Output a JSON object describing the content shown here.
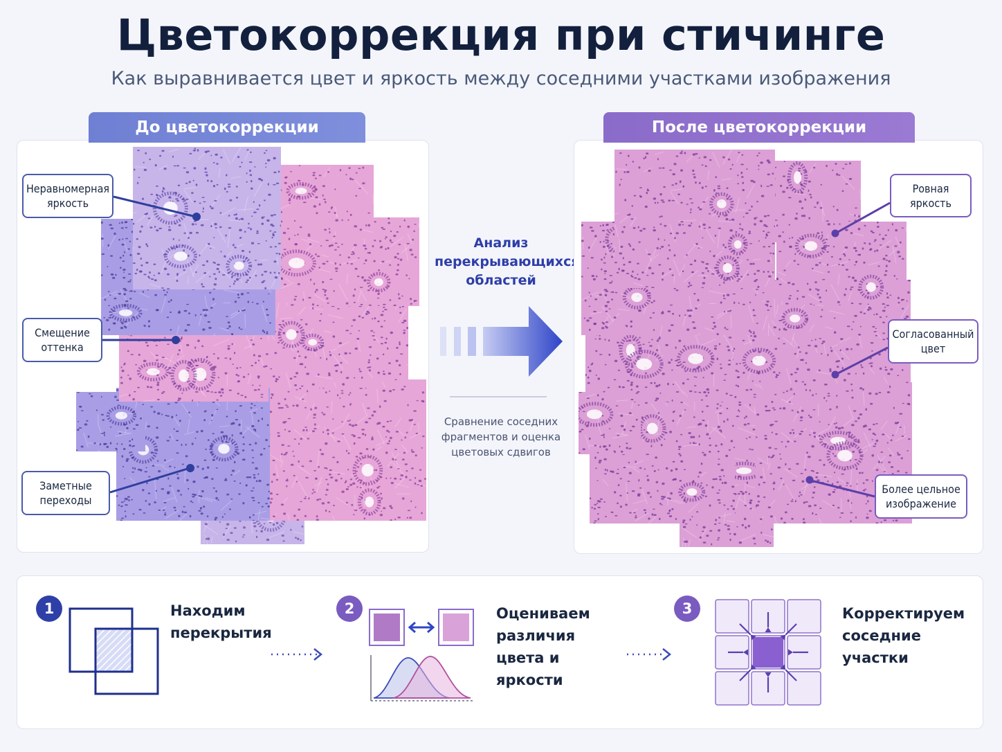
{
  "header": {
    "title": "Цветокоррекция при стичинге",
    "subtitle": "Как выравнивается цвет и яркость между соседними участками изображения"
  },
  "before": {
    "tab_label": "До цветокоррекции",
    "callouts": [
      "Неравномерная яркость",
      "Смещение оттенка",
      "Заметные переходы"
    ]
  },
  "middle": {
    "title": "Анализ перекрывающихся областей",
    "note": "Сравнение соседних фрагментов и оценка цветовых сдвигов"
  },
  "after": {
    "tab_label": "После цветокоррекции",
    "callouts": [
      "Ровная яркость",
      "Согласованный цвет",
      "Более цельное изображение"
    ]
  },
  "steps": [
    {
      "number": "1",
      "text": "Находим перекрытия"
    },
    {
      "number": "2",
      "text": "Оцениваем различия цвета и яркости"
    },
    {
      "number": "3",
      "text": "Корректируем соседние участки"
    }
  ],
  "colors": {
    "blue_badge": "#2f3fa8",
    "purple_badge": "#7a5bc0",
    "tile_pink": "#e7a6d8",
    "tile_blue": "#a99ee6",
    "tile_lavender": "#c7b5ea",
    "tile_corrected": "#dca0d6"
  }
}
